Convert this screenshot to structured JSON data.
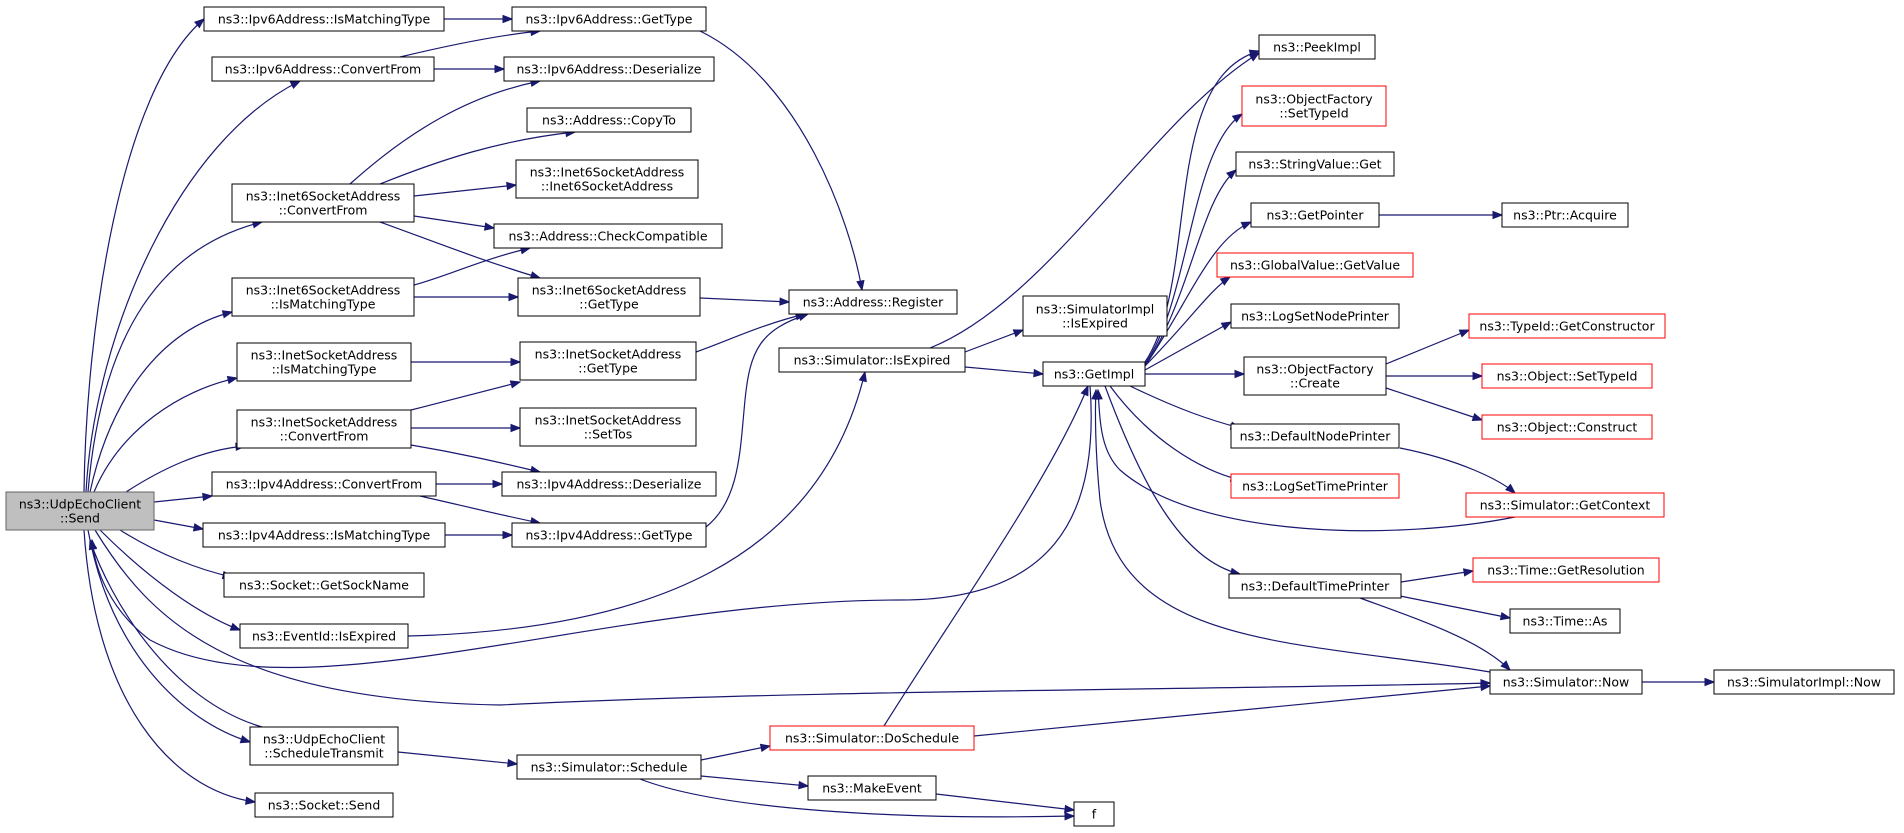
{
  "colors": {
    "edge": "#191970",
    "node_border": "#000000",
    "node_border_truncated": "#ff0000",
    "root_fill": "#bfbfbf",
    "root_border": "#666666"
  },
  "nodes": {
    "udpechoclient_send": {
      "lines": [
        "ns3::UdpEchoClient",
        "::Send"
      ],
      "root": true
    },
    "ipv6_ismatchingtype": {
      "lines": [
        "ns3::Ipv6Address::IsMatchingType"
      ]
    },
    "ipv6_gettype": {
      "lines": [
        "ns3::Ipv6Address::GetType"
      ]
    },
    "ipv6_convertfrom": {
      "lines": [
        "ns3::Ipv6Address::ConvertFrom"
      ]
    },
    "ipv6_deserialize": {
      "lines": [
        "ns3::Ipv6Address::Deserialize"
      ]
    },
    "address_copyto": {
      "lines": [
        "ns3::Address::CopyTo"
      ]
    },
    "inet6_convertfrom": {
      "lines": [
        "ns3::Inet6SocketAddress",
        "::ConvertFrom"
      ]
    },
    "inet6_ctor": {
      "lines": [
        "ns3::Inet6SocketAddress",
        "::Inet6SocketAddress"
      ]
    },
    "address_checkcompatible": {
      "lines": [
        "ns3::Address::CheckCompatible"
      ]
    },
    "inet6_ismatchingtype": {
      "lines": [
        "ns3::Inet6SocketAddress",
        "::IsMatchingType"
      ]
    },
    "inet6_gettype": {
      "lines": [
        "ns3::Inet6SocketAddress",
        "::GetType"
      ]
    },
    "address_register": {
      "lines": [
        "ns3::Address::Register"
      ]
    },
    "inet_ismatchingtype": {
      "lines": [
        "ns3::InetSocketAddress",
        "::IsMatchingType"
      ]
    },
    "inet_gettype": {
      "lines": [
        "ns3::InetSocketAddress",
        "::GetType"
      ]
    },
    "inet_convertfrom": {
      "lines": [
        "ns3::InetSocketAddress",
        "::ConvertFrom"
      ]
    },
    "inet_settos": {
      "lines": [
        "ns3::InetSocketAddress",
        "::SetTos"
      ]
    },
    "ipv4_convertfrom": {
      "lines": [
        "ns3::Ipv4Address::ConvertFrom"
      ]
    },
    "ipv4_deserialize": {
      "lines": [
        "ns3::Ipv4Address::Deserialize"
      ]
    },
    "ipv4_ismatchingtype": {
      "lines": [
        "ns3::Ipv4Address::IsMatchingType"
      ]
    },
    "ipv4_gettype": {
      "lines": [
        "ns3::Ipv4Address::GetType"
      ]
    },
    "socket_getsockname": {
      "lines": [
        "ns3::Socket::GetSockName"
      ]
    },
    "eventid_isexpired": {
      "lines": [
        "ns3::EventId::IsExpired"
      ]
    },
    "udpechoclient_scheduletransmit": {
      "lines": [
        "ns3::UdpEchoClient",
        "::ScheduleTransmit"
      ]
    },
    "socket_send": {
      "lines": [
        "ns3::Socket::Send"
      ]
    },
    "simulator_isexpired": {
      "lines": [
        "ns3::Simulator::IsExpired"
      ]
    },
    "simulatorimpl_isexpired": {
      "lines": [
        "ns3::SimulatorImpl",
        "::IsExpired"
      ]
    },
    "getimpl": {
      "lines": [
        "ns3::GetImpl"
      ]
    },
    "simulator_schedule": {
      "lines": [
        "ns3::Simulator::Schedule"
      ]
    },
    "simulator_doschedule": {
      "lines": [
        "ns3::Simulator::DoSchedule"
      ],
      "truncated": true
    },
    "makeevent": {
      "lines": [
        "ns3::MakeEvent"
      ]
    },
    "f": {
      "lines": [
        "f"
      ]
    },
    "peekimpl": {
      "lines": [
        "ns3::PeekImpl"
      ]
    },
    "objectfactory_settypeid": {
      "lines": [
        "ns3::ObjectFactory",
        "::SetTypeId"
      ],
      "truncated": true
    },
    "stringvalue_get": {
      "lines": [
        "ns3::StringValue::Get"
      ]
    },
    "getpointer": {
      "lines": [
        "ns3::GetPointer"
      ]
    },
    "ptr_acquire": {
      "lines": [
        "ns3::Ptr::Acquire"
      ]
    },
    "globalvalue_getvalue": {
      "lines": [
        "ns3::GlobalValue::GetValue"
      ],
      "truncated": true
    },
    "logsetnodeprinter": {
      "lines": [
        "ns3::LogSetNodePrinter"
      ]
    },
    "objectfactory_create": {
      "lines": [
        "ns3::ObjectFactory",
        "::Create"
      ]
    },
    "typeid_getconstructor": {
      "lines": [
        "ns3::TypeId::GetConstructor"
      ],
      "truncated": true
    },
    "object_settypeid": {
      "lines": [
        "ns3::Object::SetTypeId"
      ],
      "truncated": true
    },
    "object_construct": {
      "lines": [
        "ns3::Object::Construct"
      ],
      "truncated": true
    },
    "defaultnodeprinter": {
      "lines": [
        "ns3::DefaultNodePrinter"
      ]
    },
    "logsettimeprinter": {
      "lines": [
        "ns3::LogSetTimePrinter"
      ],
      "truncated": true
    },
    "simulator_getcontext": {
      "lines": [
        "ns3::Simulator::GetContext"
      ],
      "truncated": true
    },
    "defaulttimeprinter": {
      "lines": [
        "ns3::DefaultTimePrinter"
      ]
    },
    "time_getresolution": {
      "lines": [
        "ns3::Time::GetResolution"
      ],
      "truncated": true
    },
    "time_as": {
      "lines": [
        "ns3::Time::As"
      ]
    },
    "simulator_now": {
      "lines": [
        "ns3::Simulator::Now"
      ]
    },
    "simulatorimpl_now": {
      "lines": [
        "ns3::SimulatorImpl::Now"
      ]
    }
  }
}
